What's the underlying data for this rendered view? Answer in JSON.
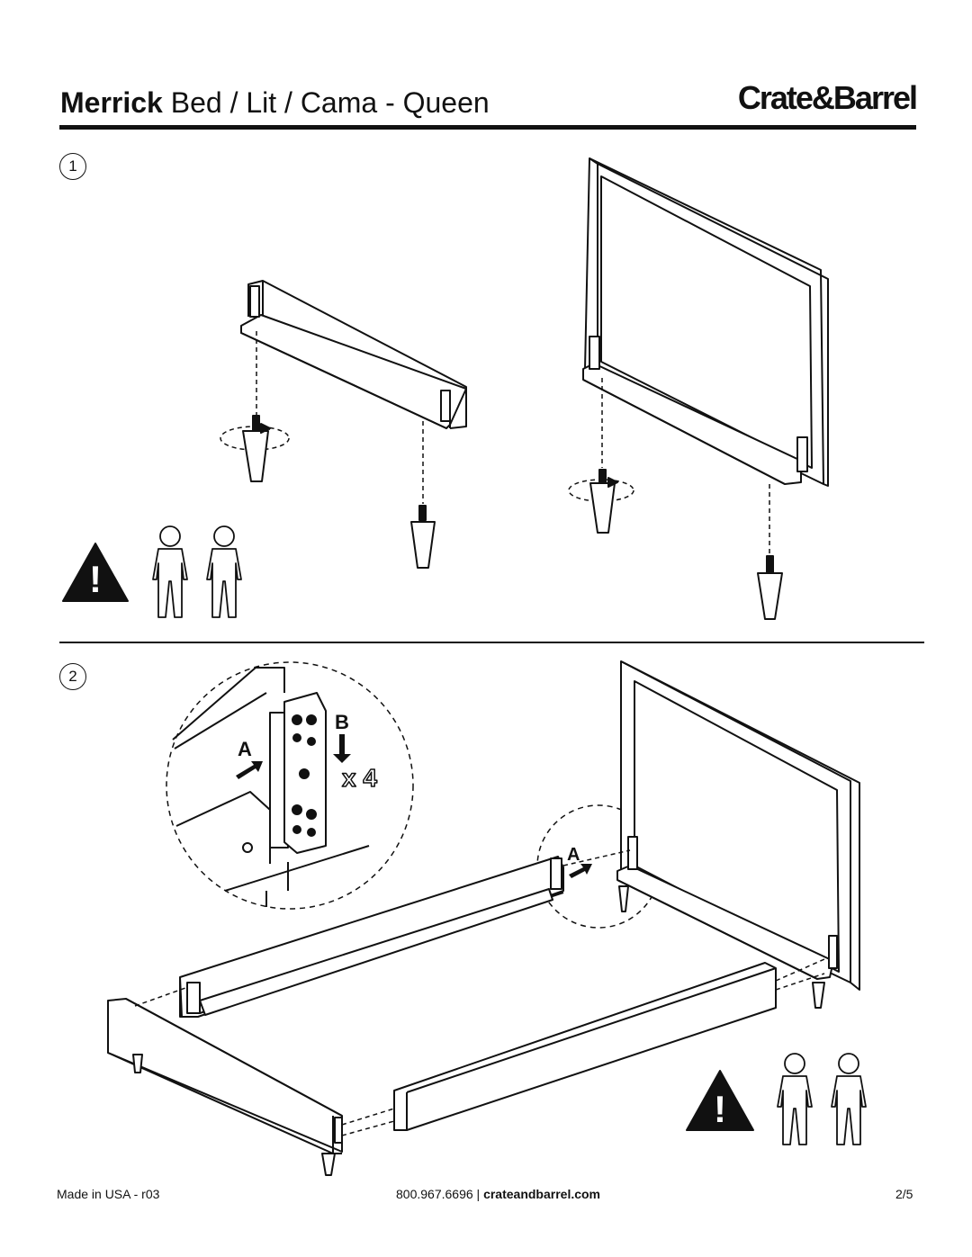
{
  "header": {
    "title_bold": "Merrick",
    "title_rest": " Bed / Lit / Cama - Queen",
    "brand": "Crate&Barrel"
  },
  "steps": [
    {
      "number": "1"
    },
    {
      "number": "2"
    }
  ],
  "callouts": {
    "a_label": "A",
    "b_label": "B",
    "quantity": "x 4"
  },
  "warning": {
    "symbol": "!"
  },
  "footer": {
    "left": "Made in USA - r03",
    "phone": "800.967.6696 | ",
    "website": "crateandbarrel.com",
    "page": "2/5"
  },
  "icons": [
    "warning-triangle-icon",
    "two-person-lift-icon"
  ]
}
